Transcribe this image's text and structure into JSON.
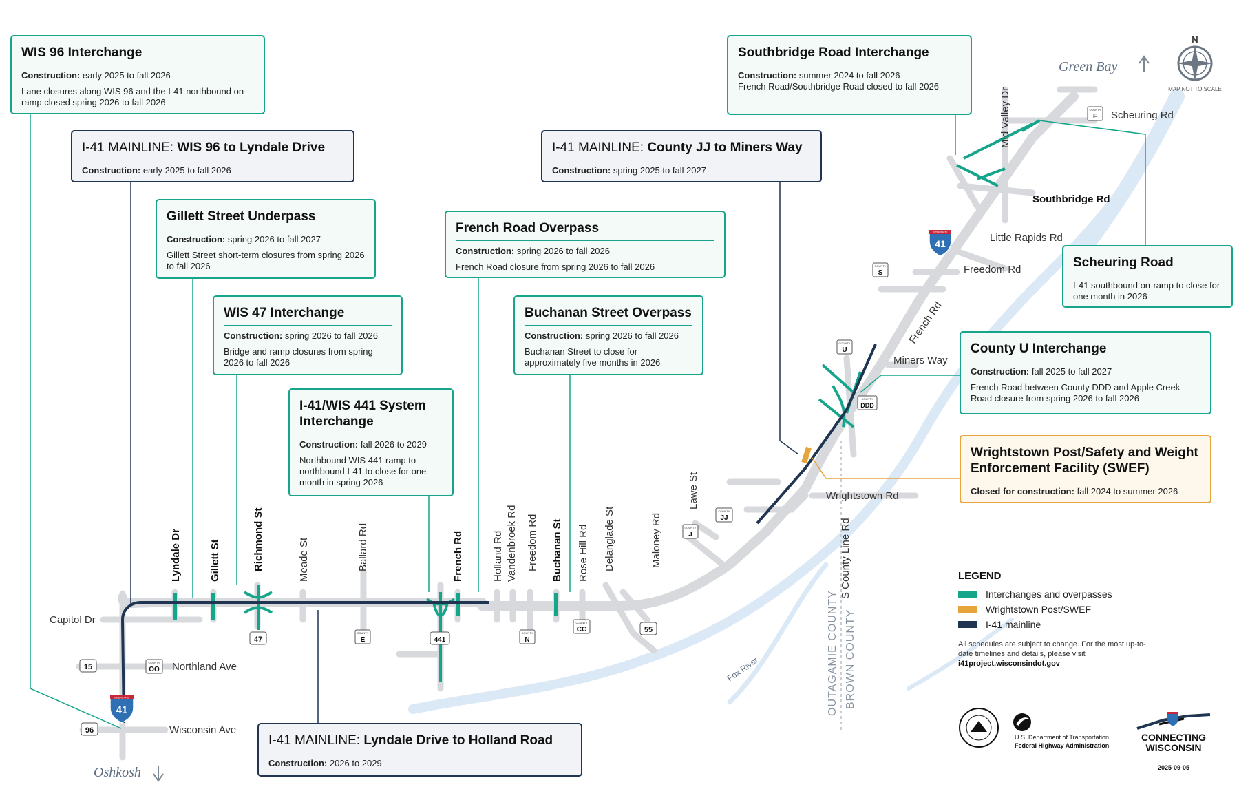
{
  "boxes": {
    "wis96": {
      "title": "WIS 96 Interchange",
      "c_label": "Construction:",
      "c_value": "early 2025 to fall 2026",
      "note": "Lane closures along WIS 96 and the I-41 northbound on-ramp closed spring 2026 to fall 2026"
    },
    "mainline1": {
      "prefix": "I-41 MAINLINE: ",
      "title": "WIS 96 to Lyndale Drive",
      "c_label": "Construction:",
      "c_value": "early 2025 to fall 2026"
    },
    "gillett": {
      "title": "Gillett Street Underpass",
      "c_label": "Construction:",
      "c_value": "spring 2026 to fall 2027",
      "note": "Gillett Street short-term closures from spring 2026 to fall 2026"
    },
    "wis47": {
      "title": "WIS 47 Interchange",
      "c_label": "Construction:",
      "c_value": "spring 2026 to fall 2026",
      "note": "Bridge and ramp closures from spring 2026 to fall 2026"
    },
    "wis441": {
      "title": "I-41/WIS 441 System Interchange",
      "c_label": "Construction:",
      "c_value": "fall 2026 to 2029",
      "note": "Northbound WIS 441 ramp to northbound I-41 to close for one month in spring 2026"
    },
    "french": {
      "title": "French Road Overpass",
      "c_label": "Construction:",
      "c_value": "spring 2026 to fall 2026",
      "note": "French Road closure from spring 2026 to fall 2026"
    },
    "buchanan": {
      "title": "Buchanan Street Overpass",
      "c_label": "Construction:",
      "c_value": "spring 2026 to fall 2026",
      "note": "Buchanan Street to close for approximately five months in 2026"
    },
    "mainline2": {
      "prefix": "I-41 MAINLINE: ",
      "title": "County JJ to Miners Way",
      "c_label": "Construction:",
      "c_value": "spring 2025 to fall 2027"
    },
    "southbridge": {
      "title": "Southbridge Road Interchange",
      "c_label": "Construction:",
      "c_value": "summer 2024 to fall 2026",
      "note": "French Road/Southbridge Road closed to fall 2026"
    },
    "scheuring": {
      "title": "Scheuring Road",
      "note": "I-41 southbound on-ramp to close for one month in 2026"
    },
    "countyu": {
      "title": "County U Interchange",
      "c_label": "Construction:",
      "c_value": "fall 2025 to fall 2027",
      "note": "French Road between County DDD and Apple Creek Road closure from spring 2026 to fall 2026"
    },
    "swef": {
      "title": "Wrightstown Post/Safety and Weight Enforcement Facility (SWEF)",
      "c_label": "Closed for construction:",
      "c_value": "fall 2024 to summer 2026"
    },
    "mainline3": {
      "prefix": "I-41 MAINLINE: ",
      "title": "Lyndale Drive to Holland Road",
      "c_label": "Construction:",
      "c_value": "2026 to 2029"
    }
  },
  "roads": {
    "lyndale": "Lyndale Dr",
    "gillett": "Gillett St",
    "richmond": "Richmond St",
    "meade": "Meade St",
    "ballard": "Ballard Rd",
    "french_s": "French Rd",
    "holland": "Holland Rd",
    "vandenbroek": "Vandenbroek Rd",
    "freedom_s": "Freedom Rd",
    "buchanan": "Buchanan St",
    "rosehill": "Rose Hill Rd",
    "delanglade": "Delanglade St",
    "maloney": "Maloney Rd",
    "lawe": "Lawe St",
    "capitol": "Capitol Dr",
    "northland": "Northland Ave",
    "wisconsin": "Wisconsin Ave",
    "wrightstown": "Wrightstown Rd",
    "scounty": "S County Line Rd",
    "miners": "Miners Way",
    "french_n": "French Rd",
    "freedom_n": "Freedom Rd",
    "littlerapids": "Little Rapids Rd",
    "southbridge": "Southbridge Rd",
    "midvalley": "Mid Valley Dr",
    "scheuring": "Scheuring Rd"
  },
  "cities": {
    "greenbay": "Green Bay",
    "oshkosh": "Oshkosh"
  },
  "counties": {
    "outagamie": "OUTAGAMIE COUNTY",
    "brown": "BROWN COUNTY"
  },
  "river": "Fox River",
  "shields": {
    "s15": "15",
    "s96": "96",
    "s47": "47",
    "s441": "441",
    "s55": "55",
    "i41": "41",
    "co_oo": "OO",
    "co_e": "E",
    "co_n": "N",
    "co_cc": "CC",
    "co_j": "J",
    "co_jj": "JJ",
    "co_u": "U",
    "co_ddd": "DDD",
    "co_s": "S",
    "co_f": "F",
    "county_tag": "COUNTY",
    "interstate_tag": "INTERSTATE"
  },
  "compass": {
    "north": "N",
    "note": "MAP NOT TO SCALE"
  },
  "legend": {
    "title": "LEGEND",
    "items": [
      {
        "label": "Interchanges and overpasses",
        "color": "#16a58b"
      },
      {
        "label": "Wrightstown Post/SWEF",
        "color": "#e7a43b"
      },
      {
        "label": "I-41 mainline",
        "color": "#1f3552"
      }
    ],
    "note": "All schedules are subject to change. For the most up-to-date timelines and details, please visit",
    "url": "i41project.wisconsindot.gov"
  },
  "logos": {
    "usdot1": "U.S. Department of Transportation",
    "usdot2": "Federal Highway Administration",
    "cw1": "CONNECTING",
    "cw2": "WISCONSIN",
    "date": "2025-09-05"
  },
  "colors": {
    "teal": "#16a58b",
    "navy": "#1f3552",
    "orange": "#e7a43b",
    "road": "#d7d9dc",
    "water": "#dbe9f6"
  }
}
